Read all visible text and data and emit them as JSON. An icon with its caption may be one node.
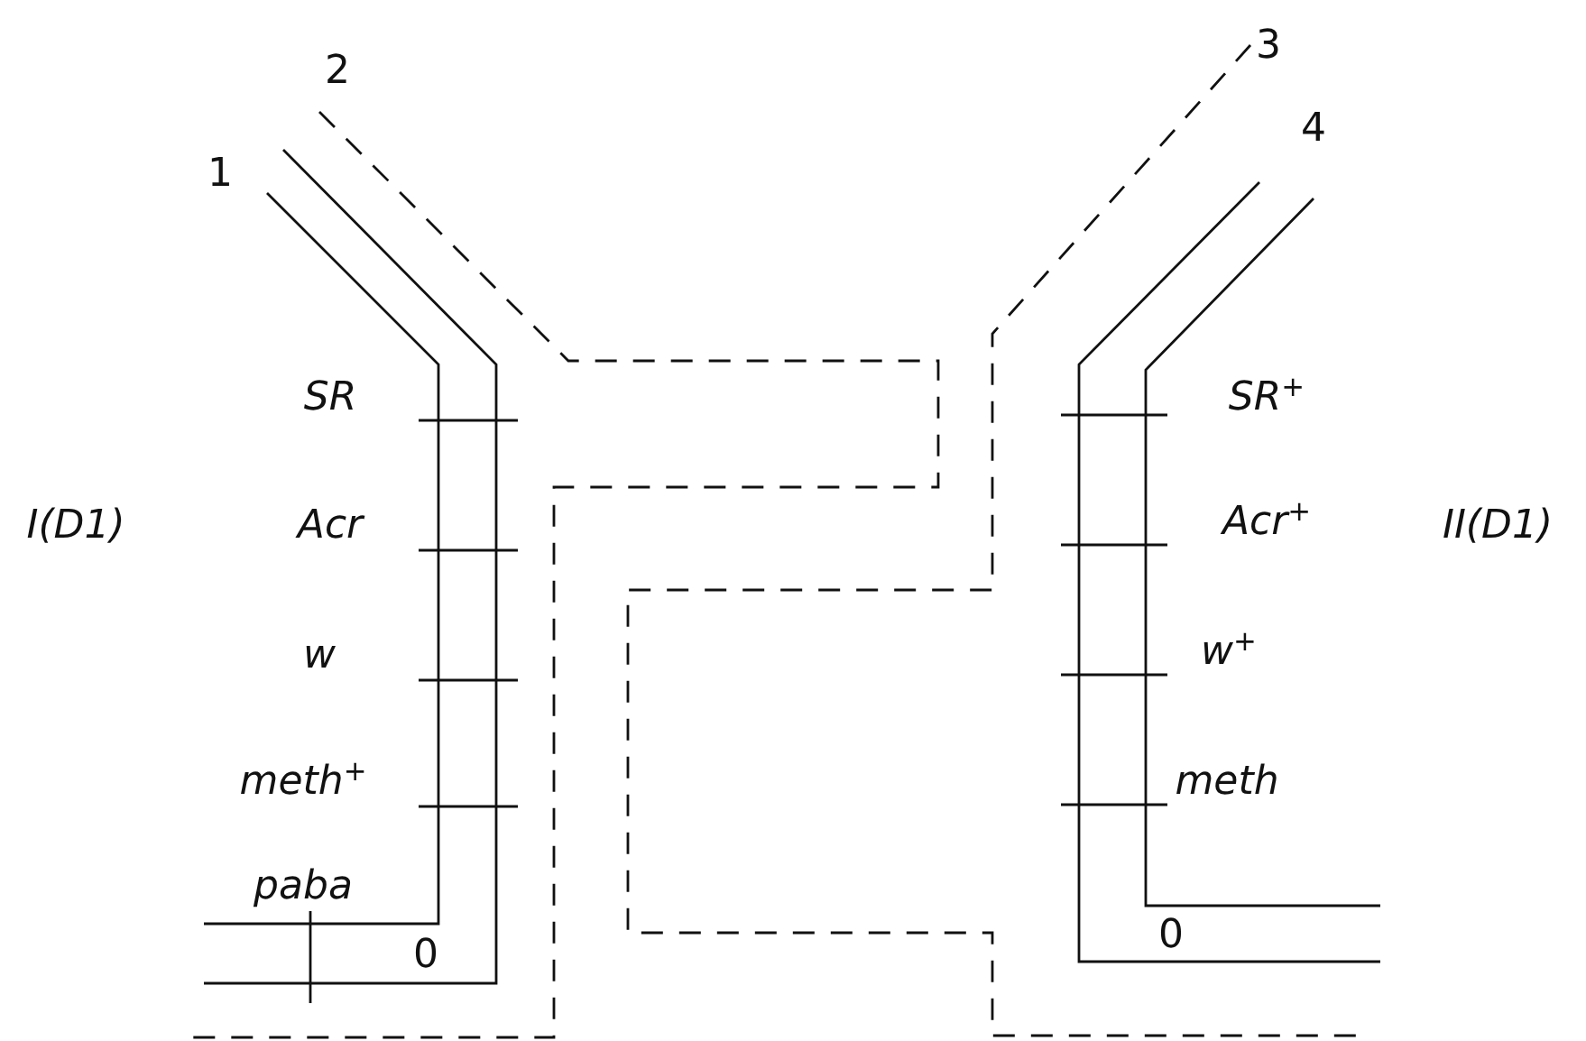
{
  "diagram": {
    "labels": [
      "2",
      "3",
      "1",
      "4",
      "SR",
      "SR$^{+}$",
      "I(D1)",
      "Acr",
      "Acr$^{+}$",
      "II(D1)",
      "w",
      "w$^{+}$",
      "meth$^{+}$",
      "meth",
      "paba",
      "0",
      "0"
    ]
  }
}
